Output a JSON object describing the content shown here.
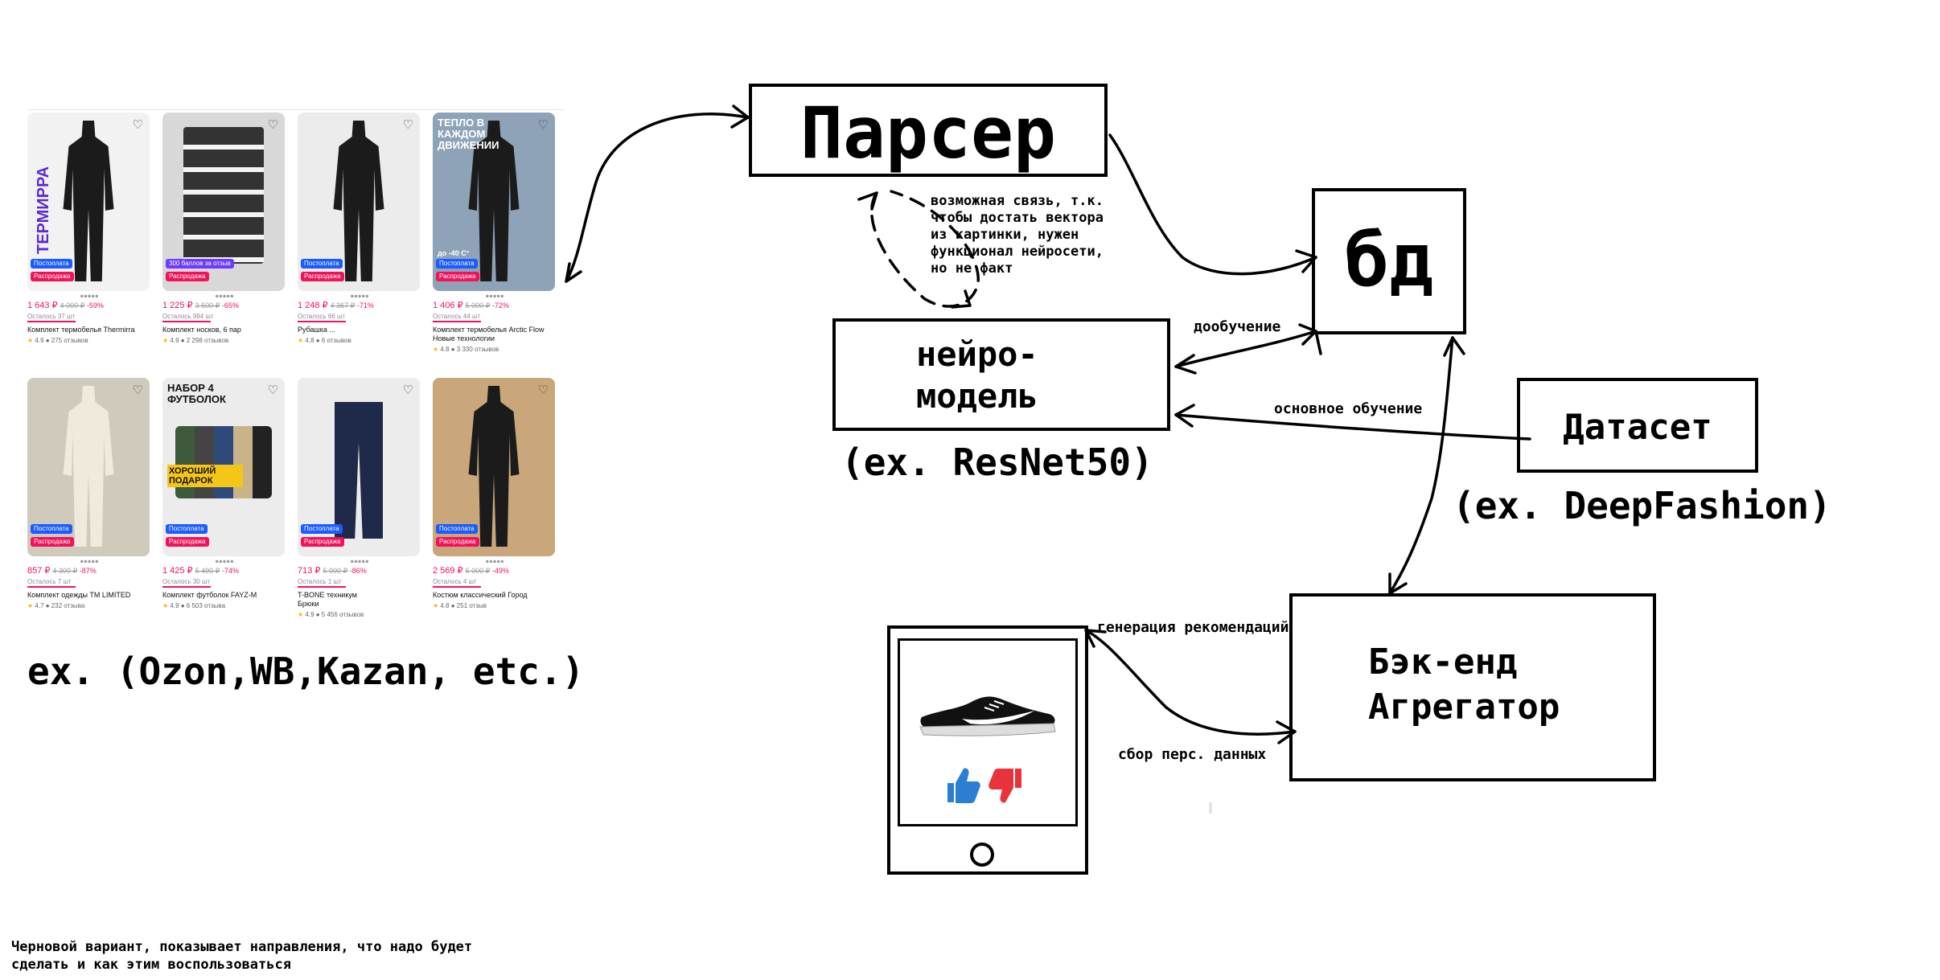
{
  "diagram": {
    "parser_label": "Парсер",
    "db_label": "бд",
    "neuro_label_line1": "нейро-",
    "neuro_label_line2": "модель",
    "neuro_example": "(ex. ResNet50)",
    "dataset_label": "Датасет",
    "dataset_example": "(ex. DeepFashion)",
    "backend_line1": "Бэк-енд",
    "backend_line2": "Агрегатор",
    "marketplaces_example": "ex. (Ozon,WB,Kazan, etc.)",
    "possible_link_note": [
      "возможная связь, т.к.",
      "чтобы достать вектора",
      "из картинки, нужен",
      "функционал нейросети,",
      "но не факт"
    ],
    "finetune_label": "дообучение",
    "main_training_label": "основное обучение",
    "recommendation_label": "генерация рекомендаций",
    "data_collection_label": "сбор перс. данных",
    "draft_note": [
      "Черновой вариант, показывает направления, что надо будет",
      "сделать и как этим воспользоваться"
    ]
  },
  "colors": {
    "like": "#2a7fd4",
    "dislike": "#e8323c",
    "accent_pink": "#f0135a",
    "badge_blue": "#1a5cff"
  },
  "products": [
    {
      "badges": [
        "Постоплата",
        "Распродажа"
      ],
      "brand_text": "ТЕРМИРРА",
      "price": "1 643 ₽",
      "old_price": "4 000 ₽",
      "discount": "-59%",
      "stock": "Осталось 37 шт",
      "name": "Комплект термобелья Thermirra",
      "rating": "4.9",
      "reviews": "275 отзывов",
      "bg": "#f2f2f2",
      "icon": "person-dark-icon"
    },
    {
      "badges": [
        "300 баллов за отзыв",
        "Распродажа"
      ],
      "price": "1 225 ₽",
      "old_price": "3 500 ₽",
      "discount": "-65%",
      "stock": "Осталось 994 шт",
      "name": "Комплект носков, 6 пар",
      "rating": "4.9",
      "reviews": "2 298 отзывов",
      "bg": "#d8d8d8",
      "icon": "socks-icon"
    },
    {
      "badges": [
        "Постоплата",
        "Распродажа"
      ],
      "price": "1 248 ₽",
      "old_price": "4 367 ₽",
      "discount": "-71%",
      "stock": "Осталось 66 шт",
      "name": "Рубашка ...",
      "rating": "4.8",
      "reviews": "6 отзывов",
      "bg": "#ececec",
      "icon": "person-dark-icon"
    },
    {
      "badges": [
        "Постоплата",
        "Распродажа"
      ],
      "promo_text": "ТЕПЛО В КАЖДОМ ДВИЖЕНИИ",
      "temp_text": "до -40 С°",
      "price": "1 406 ₽",
      "old_price": "5 000 ₽",
      "discount": "-72%",
      "stock": "Осталось 44 шт",
      "name": "Комплект термобелья Arctic Flow",
      "sub": "Новые технологии",
      "rating": "4.8",
      "reviews": "3 330 отзывов",
      "bg": "#8fa3b8",
      "icon": "person-dark-icon"
    },
    {
      "badges": [
        "Постоплата",
        "Распродажа"
      ],
      "price": "857 ₽",
      "old_price": "4 300 ₽",
      "discount": "-87%",
      "stock": "Осталось 7 шт",
      "name": "Комплект одежды TM LIMITED",
      "rating": "4.7",
      "reviews": "232 отзыва",
      "bg": "#cfcabc",
      "icon": "person-light-icon"
    },
    {
      "badges": [
        "Постоплата",
        "Распродажа"
      ],
      "promo_text": "НАБОР 4 ФУТБОЛОК",
      "gift_text": "ХОРОШИЙ ПОДАРОК",
      "price": "1 425 ₽",
      "old_price": "5 490 ₽",
      "discount": "-74%",
      "stock": "Осталось 30 шт",
      "name": "Комплект футболок FAYZ-M",
      "rating": "4.9",
      "reviews": "6 503 отзыва",
      "bg": "#ececec",
      "icon": "tshirts-icon"
    },
    {
      "badges": [
        "Постоплата",
        "Распродажа"
      ],
      "price": "713 ₽",
      "old_price": "5 000 ₽",
      "discount": "-86%",
      "stock": "Осталось 1 шт",
      "name": "T-BONE техникум",
      "sub": "Брюки",
      "rating": "4.9",
      "reviews": "5 456 отзывов",
      "bg": "#ececec",
      "icon": "pants-icon"
    },
    {
      "badges": [
        "Постоплата",
        "Распродажа"
      ],
      "price": "2 569 ₽",
      "old_price": "5 000 ₽",
      "discount": "-49%",
      "stock": "Осталось 4 шт",
      "name": "Костюм классический Город",
      "rating": "4.8",
      "reviews": "251 отзыв",
      "bg": "#c9a77a",
      "icon": "person-dark-icon"
    }
  ]
}
